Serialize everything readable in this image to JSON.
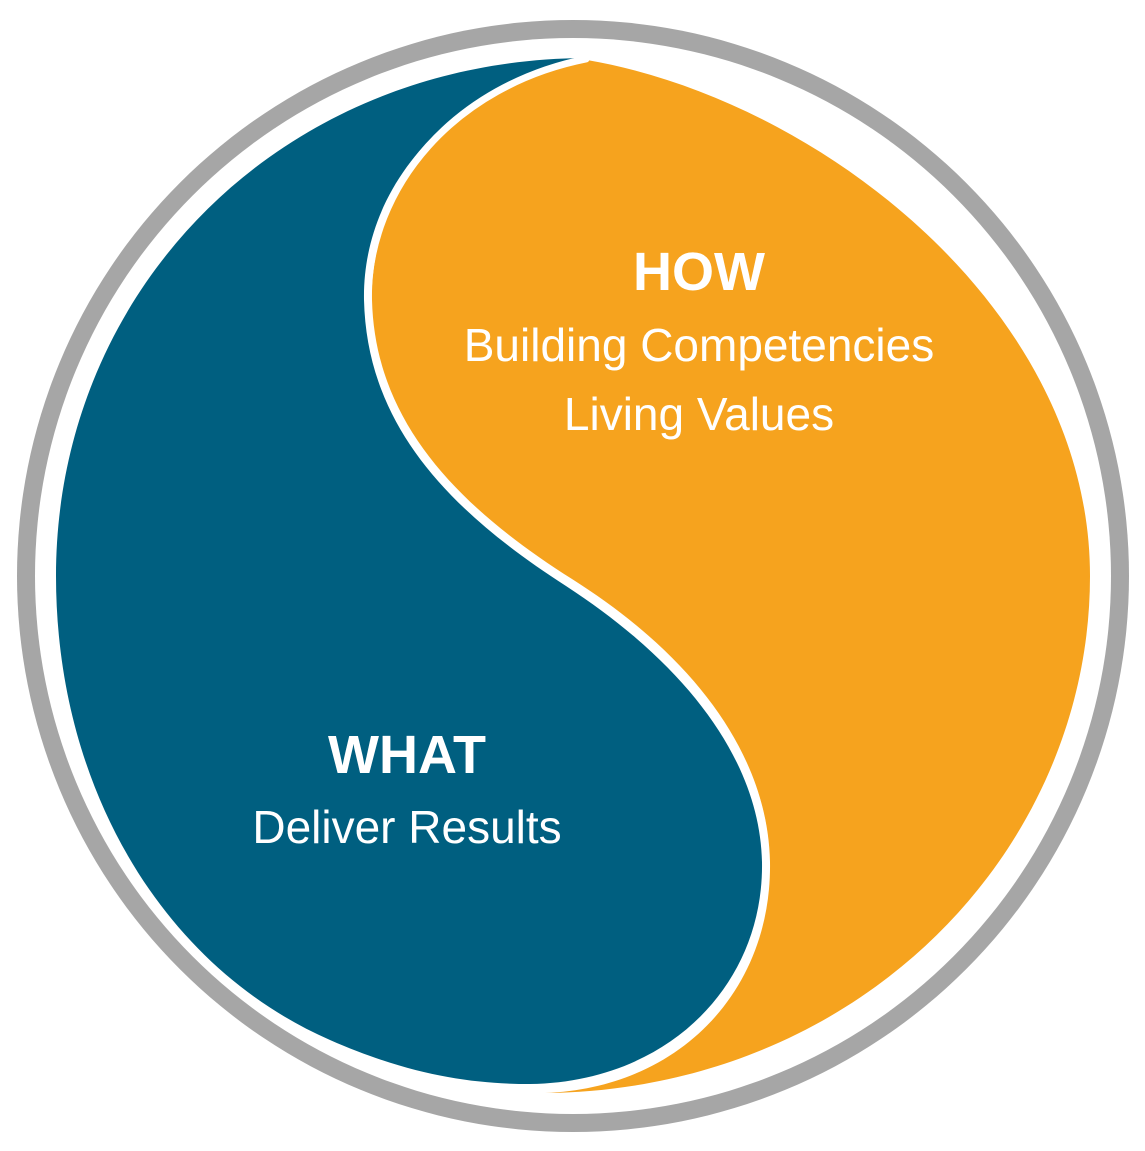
{
  "colors": {
    "outer_ring": "#a6a6a6",
    "inner_ring": "#ffffff",
    "what_fill": "#005f80",
    "how_fill": "#f6a31e",
    "divider": "#ffffff",
    "text": "#ffffff"
  },
  "how": {
    "heading": "HOW",
    "lines": [
      "Building Competencies",
      "Living Values"
    ]
  },
  "what": {
    "heading": "WHAT",
    "lines": [
      "Deliver Results"
    ]
  }
}
